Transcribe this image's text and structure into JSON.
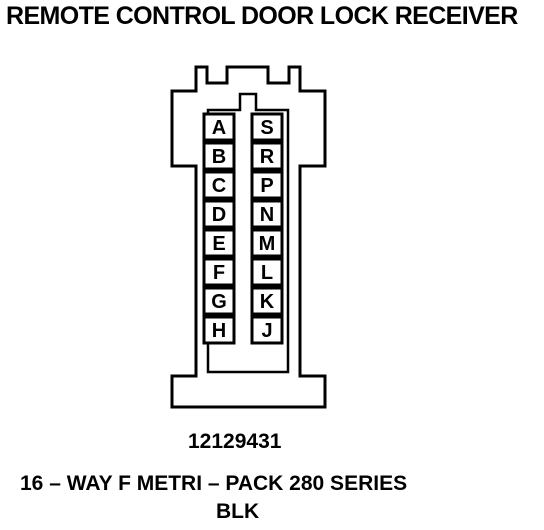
{
  "title": "REMOTE CONTROL DOOR LOCK RECEIVER",
  "connector": {
    "left_column_pins": [
      "A",
      "B",
      "C",
      "D",
      "E",
      "F",
      "G",
      "H"
    ],
    "right_column_pins": [
      "S",
      "R",
      "P",
      "N",
      "M",
      "L",
      "K",
      "J"
    ],
    "part_number": "12129431",
    "series": "16 – WAY F METRI – PACK 280 SERIES",
    "color": "BLK"
  }
}
